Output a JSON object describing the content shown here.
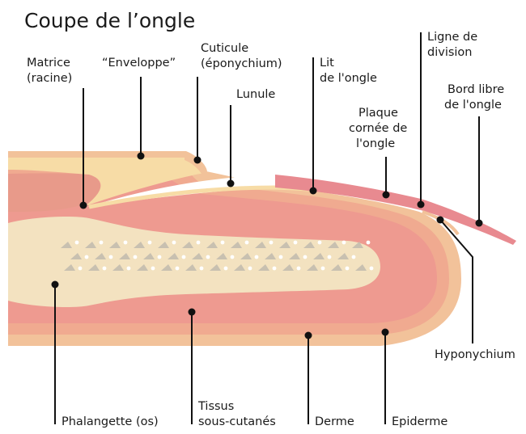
{
  "title": "Coupe de l’ongle",
  "labels": {
    "matrice": [
      "Matrice",
      "(racine)"
    ],
    "enveloppe": "“Enveloppe”",
    "cuticule": [
      "Cuticule",
      "(éponychium)"
    ],
    "lunule": "Lunule",
    "lit": [
      "Lit",
      "de l'ongle"
    ],
    "ligne": [
      "Ligne de",
      "division"
    ],
    "plaque": [
      "Plaque",
      "cornée de",
      "l'ongle"
    ],
    "bord": [
      "Bord libre",
      "de l'ongle"
    ],
    "hyponychium": "Hyponychium",
    "phalangette": "Phalangette (os)",
    "tissus": [
      "Tissus",
      "sous-cutanés"
    ],
    "derme": "Derme",
    "epiderme": "Epiderme"
  },
  "colors": {
    "epidermis": "#f2c29a",
    "dermis": "#f0aa90",
    "subcutaneous": "#ee9a90",
    "bone": "#f3e2c0",
    "nail_fold": "#f7dca6",
    "nail_plate": "#e88a90",
    "lunula": "#ffffff",
    "dots": "#ffffff",
    "marks": "#c8c0b0"
  }
}
